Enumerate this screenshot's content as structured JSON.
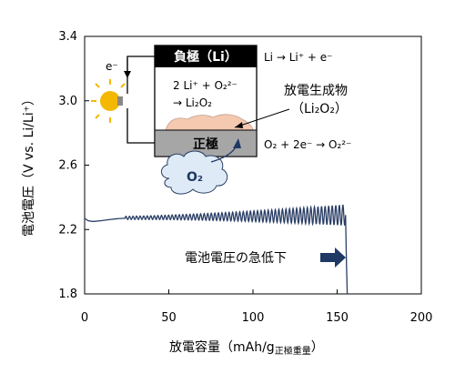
{
  "chart_data": {
    "type": "line",
    "xlabel": "放電容量（mAh/g",
    "xlabel_sub": "正極重量",
    "xlabel_close": "）",
    "ylabel": "電池電圧（V vs. Li/Li⁺）",
    "xlim": [
      0,
      200
    ],
    "ylim": [
      1.8,
      3.4
    ],
    "xticks": [
      0,
      50,
      100,
      150,
      200
    ],
    "yticks": [
      1.8,
      2.2,
      2.6,
      3.0,
      3.4
    ],
    "xtick_labels": [
      "0",
      "50",
      "100",
      "150",
      "200"
    ],
    "ytick_labels": [
      "1.8",
      "2.2",
      "2.6",
      "3.0",
      "3.4"
    ],
    "series": [
      {
        "line_color": "#2b3f66",
        "segments": {
          "flat_start": [
            [
              0,
              2.27
            ],
            [
              2,
              2.255
            ],
            [
              5,
              2.25
            ],
            [
              10,
              2.255
            ],
            [
              15,
              2.262
            ],
            [
              20,
              2.268
            ],
            [
              24,
              2.27
            ]
          ],
          "oscillation": {
            "x_start": 24,
            "x_end": 155,
            "cycles": 62,
            "center_start": 2.272,
            "center_end": 2.29,
            "amp_start": 0.01,
            "amp_end": 0.065
          },
          "drop": [
            [
              155,
              2.29
            ],
            [
              155.5,
              2.0
            ],
            [
              156,
              1.8
            ]
          ]
        }
      }
    ]
  },
  "diagram": {
    "anode_label": "負極（Li）",
    "cathode_label": "正極",
    "reaction_line1": "2 Li⁺ + O₂²⁻",
    "reaction_line2": "→ Li₂O₂",
    "electron_label": "e⁻",
    "anode_reaction": "Li → Li⁺ + e⁻",
    "cathode_reaction": "O₂ + 2e⁻ → O₂²⁻",
    "product_label1": "放電生成物",
    "product_label2": "（Li₂O₂）",
    "oxygen_label": "O₂",
    "drop_label": "電池電圧の急低下"
  },
  "colors": {
    "bulb": "#f5b800",
    "cathode_fill": "#a6a6a6",
    "anode_fill": "#000000",
    "product_fill": "#f4c9b0",
    "cloud_fill": "#deebf7",
    "arrow_fill": "#1f3864",
    "oxygen_text": "#1f3864"
  }
}
